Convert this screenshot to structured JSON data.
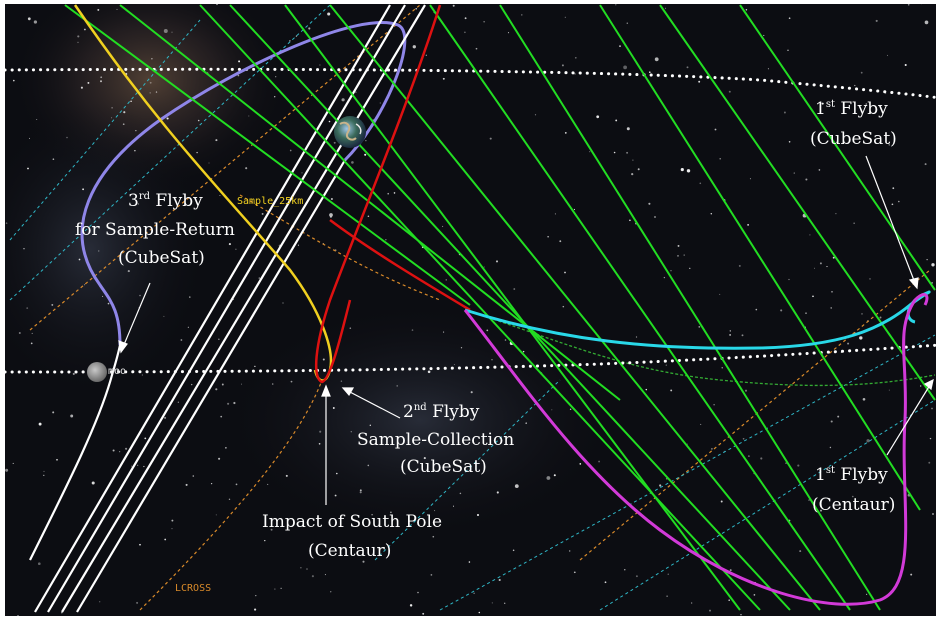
{
  "colors": {
    "space": "#0c0d12",
    "green": "#22dd22",
    "white": "#ffffff",
    "yellow": "#f0d020",
    "red": "#dd1111",
    "cyan": "#29d8e8",
    "magenta": "#d23ad8",
    "lavender": "#8f86e8",
    "orange": "#d98a2a",
    "cyan_dash": "#2fb6c6",
    "green_dash": "#33aa33"
  },
  "icons": {
    "earth": "earth-icon",
    "moon": "moon-icon"
  },
  "labels": {
    "flyby3_line1_pre": "3",
    "flyby3_line1_sup": "rd",
    "flyby3_line1_post": " Flyby",
    "flyby3_line2": "for Sample-Return",
    "flyby3_line3": "(CubeSat)",
    "flyby2_line1_pre": "2",
    "flyby2_line1_sup": "nd",
    "flyby2_line1_post": " Flyby",
    "flyby2_line2": "Sample-Collection",
    "flyby2_line3": "(CubeSat)",
    "impact_line1": "Impact of South Pole",
    "impact_line2": "(Centaur)",
    "flyby1c_line1_pre": "1",
    "flyby1c_line1_sup": "st",
    "flyby1c_line1_post": " Flyby",
    "flyby1c_line2": "(CubeSat)",
    "flyby1t_line1_pre": "1",
    "flyby1t_line1_sup": "st",
    "flyby1t_line1_post": " Flyby",
    "flyby1t_line2": "(Centaur)",
    "sample_tag": "Sample_25km",
    "lcross_tag": "LCROSS",
    "moon_tag": "moo"
  }
}
